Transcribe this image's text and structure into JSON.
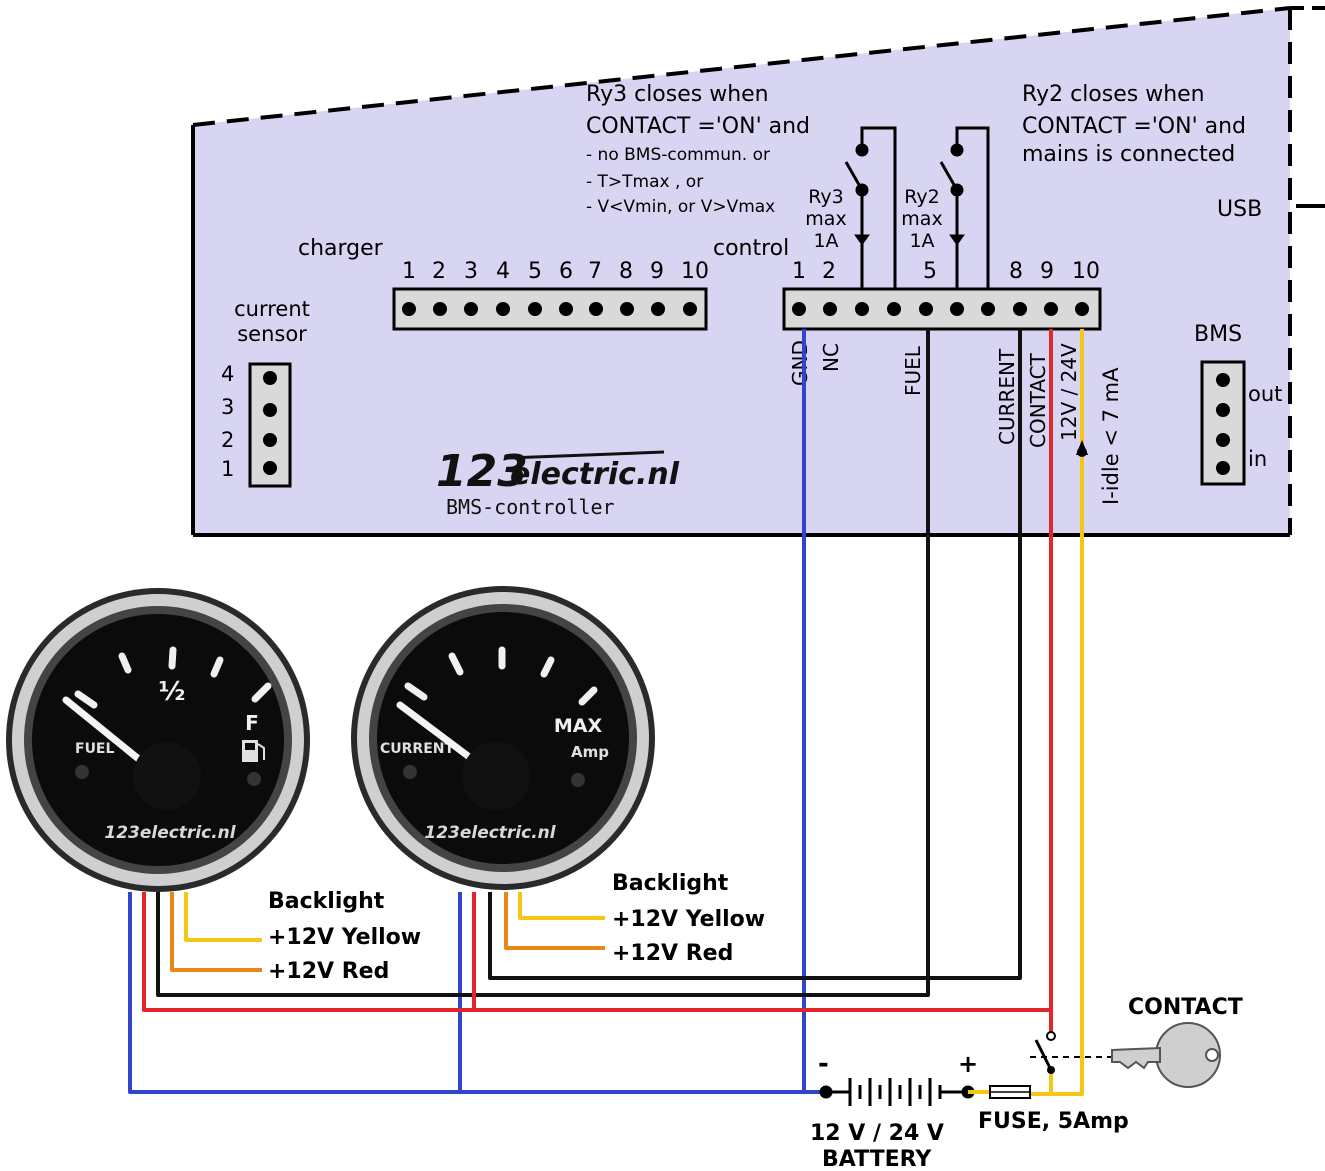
{
  "controller": {
    "ry3_note": [
      "Ry3 closes when",
      "CONTACT ='ON' and",
      "- no BMS-commun. or",
      "- T>Tmax , or",
      "- V<Vmin, or V>Vmax"
    ],
    "ry2_note": [
      "Ry2 closes when",
      "CONTACT ='ON' and",
      "mains is connected"
    ],
    "usb_label": "USB",
    "relay_ry3": [
      "Ry3",
      "max",
      "1A"
    ],
    "relay_ry2": [
      "Ry2",
      "max",
      "1A"
    ],
    "charger_label": "charger",
    "charger_pins": [
      "1",
      "2",
      "3",
      "4",
      "5",
      "6",
      "7",
      "8",
      "9",
      "10"
    ],
    "control_label": "control",
    "control_pins": [
      "1",
      "2",
      "5",
      "8",
      "9",
      "10"
    ],
    "current_sensor_label": [
      "current",
      "sensor"
    ],
    "current_sensor_pins": [
      "4",
      "3",
      "2",
      "1"
    ],
    "signal_labels": [
      "GND",
      "NC",
      "FUEL",
      "CURRENT",
      "CONTACT",
      "12V / 24V"
    ],
    "idle_label": "I-idle  < 7 mA",
    "bms_label": "BMS",
    "bms_out": "out",
    "bms_in": "in",
    "logo_big": "123",
    "logo_rest": "electric.nl",
    "logo_sub": "BMS-controller"
  },
  "gauge_fuel": {
    "half": "½",
    "full": "F",
    "name": "FUEL",
    "logo": "123electric.nl",
    "needle_level": 0.0
  },
  "gauge_current": {
    "max": "MAX",
    "unit": "Amp",
    "name": "CURRENT",
    "logo": "123electric.nl",
    "needle_level": 0.0
  },
  "backlight_left": [
    "Backlight",
    "+12V Yellow",
    "+12V Red"
  ],
  "backlight_right": [
    "Backlight",
    "+12V Yellow",
    "+12V Red"
  ],
  "contact_label": "CONTACT",
  "battery": {
    "minus": "-",
    "plus": "+",
    "voltage": "12 V / 24 V",
    "name": "BATTERY"
  },
  "fuse_label": "FUSE, 5Amp",
  "colors": {
    "panel": "#d7d5f2",
    "gnd_wire": "#3344cc",
    "contact_wire": "#e2262c",
    "supply_wire": "#f5c518",
    "signal_wire": "#111111",
    "backlight_red": "#e8861a"
  }
}
